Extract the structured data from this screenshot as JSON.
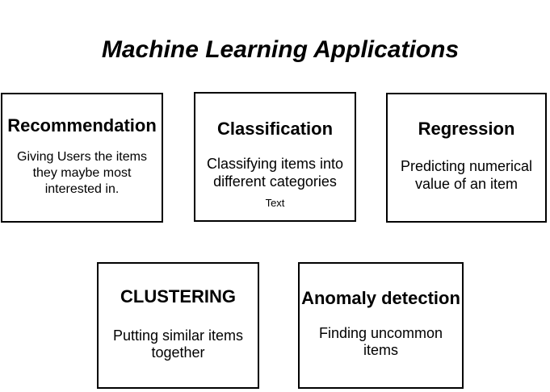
{
  "diagram": {
    "title": "Machine Learning Applications",
    "background_color": "#ffffff",
    "box_border_color": "#000000",
    "text_color": "#000000",
    "boxes": [
      {
        "title": "Recommendation",
        "description": "Giving Users the items they maybe most interested in."
      },
      {
        "title": "Classification",
        "description": "Classifying items into different categories",
        "sublabel": "Text"
      },
      {
        "title": "Regression",
        "description": "Predicting numerical value of an item"
      },
      {
        "title": "CLUSTERING",
        "description": "Putting similar items together"
      },
      {
        "title": "Anomaly detection",
        "description": "Finding uncommon items"
      }
    ]
  }
}
